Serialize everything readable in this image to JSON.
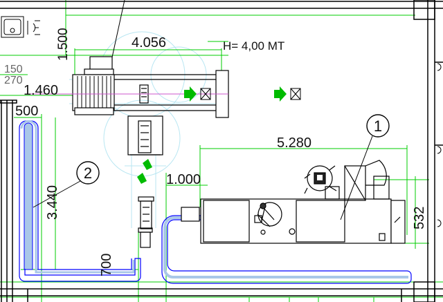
{
  "drawing": {
    "height_note": "H= 4,00 MT",
    "dimensions": {
      "d_4056": "4.056",
      "d_1500": "1.500",
      "d_150": "150",
      "d_270": "270",
      "d_1460": "1.460",
      "d_500": "500",
      "d_3440": "3.440",
      "d_1000": "1.000",
      "d_5280": "5.280",
      "d_532": "532",
      "d_700": "700"
    },
    "callouts": {
      "c1": "1",
      "c2": "2"
    },
    "colors": {
      "wall": "#000000",
      "dimension_line": "#00cc00",
      "machine_outline": "#000000",
      "conveyor_outline": "#0000ff",
      "conveyor_fill": "#a9c7e8",
      "flow_arrow": "#00bb00",
      "ghost_line": "#b8e6f2"
    }
  }
}
